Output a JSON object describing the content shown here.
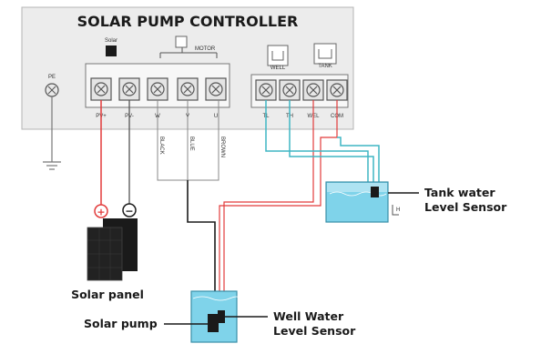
{
  "controller": {
    "title": "SOLAR PUMP CONTROLLER",
    "pe_label": "PE",
    "solar_icon_label": "Solar",
    "motor_label": "MOTOR",
    "well_icon_label": "WELL",
    "tank_icon_label": "TANK",
    "terminal_labels": [
      "PV+",
      "PV-",
      "W",
      "V",
      "U",
      "TL",
      "TH",
      "WEL",
      "COM"
    ],
    "wire_colors_text": [
      "BLACK",
      "BLUE",
      "BROWN"
    ]
  },
  "components": {
    "solar_panel": "Solar panel",
    "solar_pump": "Solar pump",
    "well_sensor_line1": "Well Water",
    "well_sensor_line2": "Level Sensor",
    "tank_sensor_line1": "Tank water",
    "tank_sensor_line2": "Level Sensor",
    "plus_sign": "+",
    "minus_sign": "−"
  },
  "colors": {
    "red_wire": "#e23b3b",
    "black_wire": "#1c1c1c",
    "cyan_wire": "#3fb6c4",
    "water": "#7fd3ea",
    "controller_bg": "#ececec"
  }
}
